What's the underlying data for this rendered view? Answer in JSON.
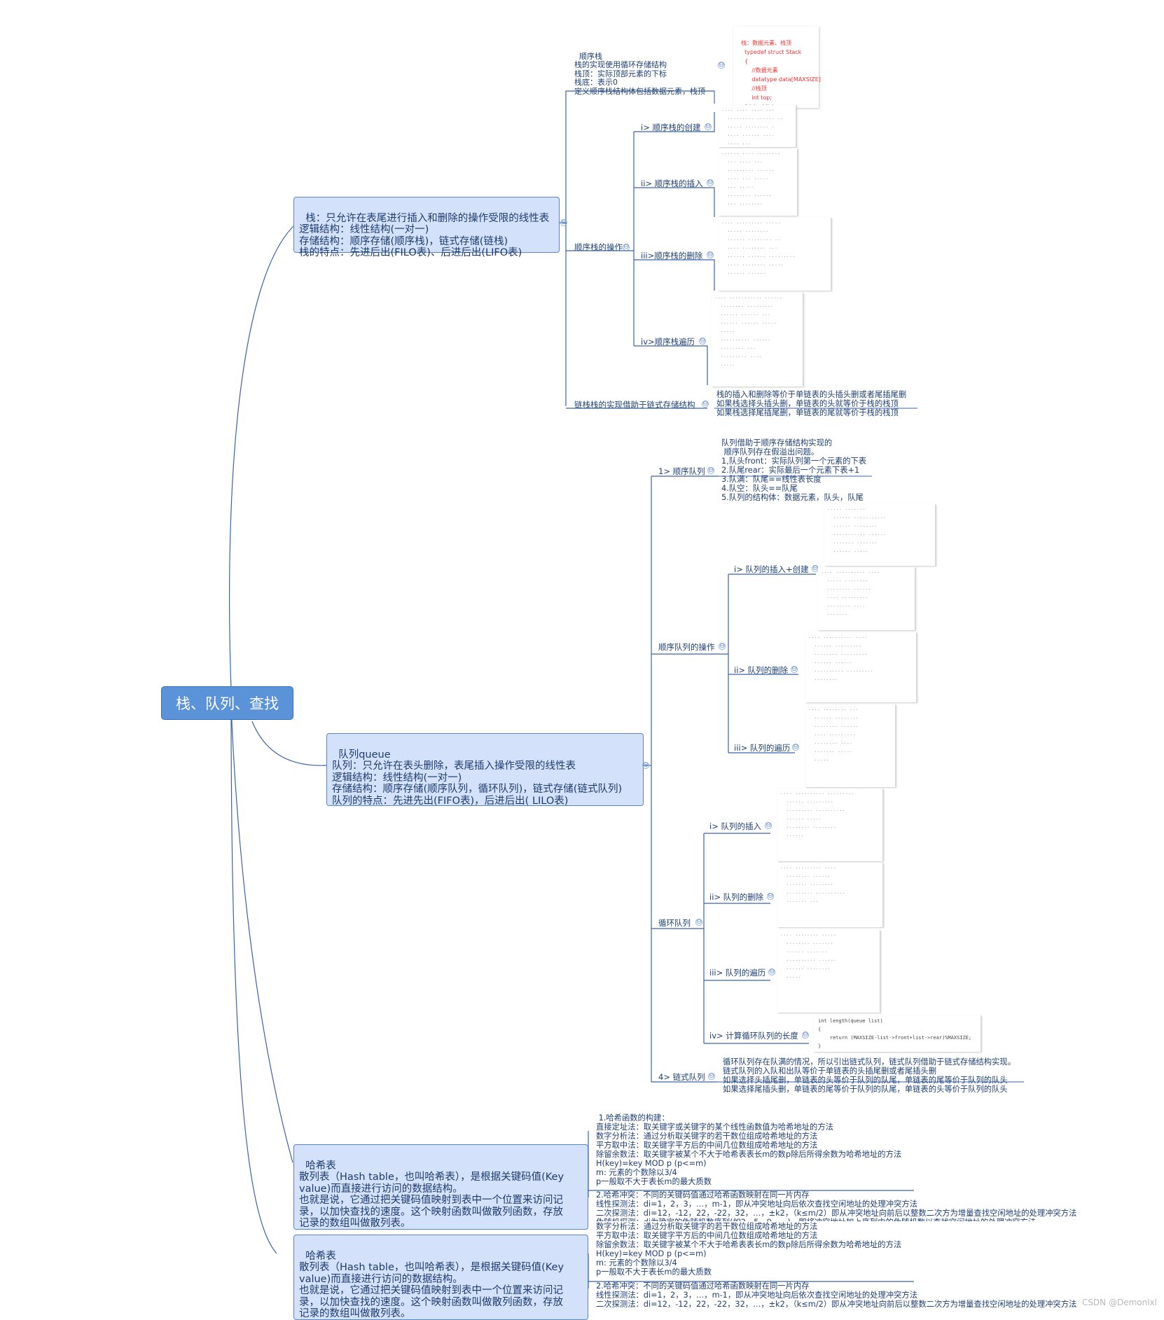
{
  "root": "栈、队列、查找",
  "stack": {
    "box": "栈：只允许在表尾进行插入和删除的操作受限的线性表\n逻辑结构：线性结构(一对一)\n存储结构：顺序存储(顺序栈)，链式存储(链栈)\n栈的特点：先进后出(FILO表)、后进后出(LIFO表)",
    "seq_desc": "顺序栈\n栈的实现使用循环存储结构\n栈顶：实际顶部元素的下标\n栈底：表示0\n定义顺序栈结构体包括数据元素，栈顶",
    "seq_code": "栈：数据元素、栈顶\n    typedef struct Stack\n    {\n        //数据元素\n        datatype data[MAXSIZE]\n        //栈顶\n        int top;\n    }*stacklist;",
    "ops_label": "顺序栈的操作",
    "ops": [
      "i> 顺序栈的创建",
      "ii> 顺序栈的插入",
      "iii>顺序栈的删除",
      "iv>顺序栈遍历"
    ],
    "link_label": "链栈栈的实现借助于链式存储结构",
    "link_note": "栈的插入和删除等价于单链表的头插头删或者尾插尾删\n如果栈选择头插头删，单链表的头就等价于栈的栈顶\n如果栈选择尾插尾删，单链表的尾就等价于栈的栈顶"
  },
  "queue": {
    "box": "队列queue\n队列：只允许在表头删除，表尾插入操作受限的线性表\n逻辑结构：线性结构(一对一)\n存储结构：顺序存储(顺序队列，循环队列)，链式存储(链式队列)\n队列的特点：先进先出(FIFO表)，后进后出( LILO表)",
    "seq_label": "1> 顺序队列",
    "seq_note": "队列借助于顺序存储结构实现的\n 顺序队列存在假溢出问题。\n1,队头front：实际队列第一个元素的下表\n2.队尾rear：实际最后一个元素下表+1\n3.队满：队尾==线性表长度\n4.队空：队头==队尾\n5.队列的结构体：数据元素，队头，队尾",
    "ops_label": "顺序队列的操作",
    "ops": [
      "i> 队列的插入+创建",
      "ii> 队列的删除",
      "iii> 队列的遍历"
    ],
    "circ_label": "循环队列",
    "circ": [
      "i> 队列的插入",
      "ii> 队列的删除",
      "iii> 队列的遍历",
      "iv> 计算循环队列的长度"
    ],
    "len_code": "int length(queue list)\n{\n    return (MAXSIZE-list->front+list->rear)%MAXSIZE;\n}",
    "link_label": "4> 链式队列",
    "link_note": "循环队列存在队满的情况，所以引出链式队列，链式队列借助于链式存储结构实现。\n链式队列的入队和出队等价于单链表的头插尾删或者尾插头删\n如果选择头插尾删，单链表的头等价于队列的队尾，单链表的尾等价于队列的队头\n如果选择尾插头删，单链表的尾等价于队列的队尾，单链表的头等价于队列的队头"
  },
  "hash": {
    "box": "哈希表\n散列表（Hash table，也叫哈希表），是根据关键码值(Key\nvalue)而直接进行访问的数据结构。\n也就是说，它通过把关键码值映射到表中一个位置来访问记\n录，以加快查找的速度。这个映射函数叫做散列函数，存放\n记录的数组叫做散列表。",
    "func_note": " 1.哈希函数的构建：\n直接定址法：取关键字或关键字的某个线性函数值为哈希地址的方法\n数字分析法：通过分析取关键字的若干数位组成哈希地址的方法\n平方取中法：取关键字平方后的中间几位数组成哈希地址的方法\n除留余数法：取关键字被某个不大于哈希表表长m的数p除后所得余数为哈希地址的方法\nH(key)=key MOD p (p<=m)\nm: 元素的个数除以3/4\np一般取不大于表长m的最大质数",
    "conflict_note": "2.哈希冲突：不同的关键码值通过哈希函数映射在同一片内存\n线性探测法：di=1，2，3，…，m-1，即从冲突地址向后依次查找空闲地址的处理冲突方法\n二次探测法：di=12，-12，22，-22，32，…，±k2，（k≤m/2）即从冲突地址向前后以整数二次方为增量查找空闲地址的处理冲突方法\n伪随机探测：di为确定的伪随机数序列(如2，5，9，…)，即将冲突地址加上序列中的伪随机数以查找空闲地址的处理冲突方法",
    "func_note2": "数字分析法：通过分析取关键字的若干数位组成哈希地址的方法\n平方取中法：取关键字平方后的中间几位数组成哈希地址的方法\n除留余数法：取关键字被某个不大于哈希表表长m的数p除后所得余数为哈希地址的方法\nH(key)=key MOD p (p<=m)\nm: 元素的个数除以3/4\np一般取不大于表长m的最大质数",
    "conflict_note2": "2.哈希冲突：不同的关键码值通过哈希函数映射在同一片内存\n线性探测法：di=1，2，3，…，m-1，即从冲突地址向后依次查找空闲地址的处理冲突方法\n二次探测法：di=12，-12，22，-22，32，…，±k2，（k≤m/2）即从冲突地址向前后以整数二次方为增量查找空闲地址的处理冲突方法"
  },
  "collapse_glyph": "⊖",
  "watermark": "CSDN @Demonlxl"
}
